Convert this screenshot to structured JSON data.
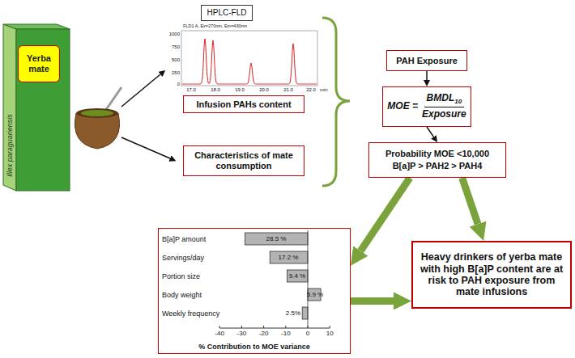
{
  "diagram": {
    "nodes": [
      {
        "text": [
          "Illex paraguariensis"
        ]
      },
      {
        "text": [
          "Yerba mate"
        ],
        "in": 0
      },
      {
        "text": [
          "HPLC-FLD"
        ]
      },
      {
        "text": [
          "Infusion PAHs content"
        ]
      },
      {
        "text": [
          "Characteristics of mate consumption"
        ]
      },
      {
        "text": [
          "PAH Exposure"
        ]
      },
      {
        "text": [
          "MOE =",
          "BMDL",
          "10",
          "Exposure"
        ]
      },
      {
        "text": [
          "Probability MOE <10,000",
          "B[a]P > PAH2 > PAH4"
        ]
      },
      {
        "text": [
          "% Contribution to MOE variance"
        ]
      },
      {
        "text": [
          "Heavy drinkers of yerba mate with high B[a]P content are at risk to PAH exposure from mate infusions"
        ]
      }
    ],
    "edges": [
      {
        "from": 5,
        "to": 6,
        "arrow": "to"
      },
      {
        "from": 6,
        "to": 7,
        "arrow": "to"
      },
      {
        "from": 7,
        "to": 8,
        "arrow": "to"
      },
      {
        "from": 7,
        "to": 9,
        "arrow": "to"
      },
      {
        "from": 8,
        "to": 9,
        "arrow": "to"
      }
    ],
    "labels": [
      "1000",
      "750",
      "500",
      "250",
      "0",
      "17.0",
      "18.0",
      "19.0",
      "20.0",
      "21.0",
      "22.0",
      "min",
      "B[a]P amount",
      "Servings/day",
      "Portion size",
      "Body weight",
      "Weekly frequency",
      "28.5 %",
      "17.2 %",
      "9.4 %",
      "5.9 %",
      "2.5%",
      "-40",
      "-30",
      "-20",
      "-10",
      "0",
      "10",
      "FLD1 A, Ex=270nm, Em=430nm"
    ]
  }
}
